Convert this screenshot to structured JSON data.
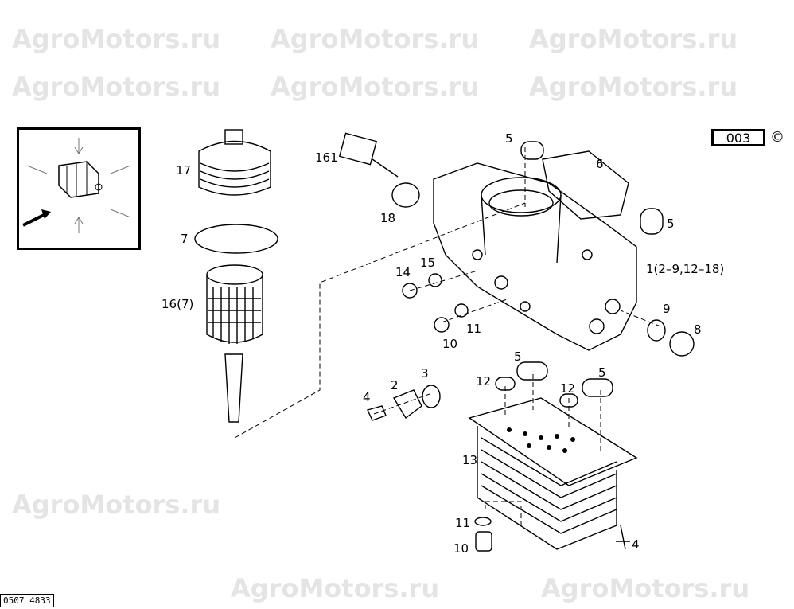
{
  "watermark": "AgroMotors.ru",
  "reference_box": "003",
  "copyright_symbol": "©",
  "drawing_code": "0507 4833",
  "callouts": {
    "c161": "161",
    "c17": "17",
    "c5a": "5",
    "c6": "6",
    "c5b": "5",
    "c18": "18",
    "c7": "7",
    "c1": "1(2–9,12–18)",
    "c14": "14",
    "c15": "15",
    "c16": "16(7)",
    "c9": "9",
    "c8": "8",
    "c11a": "11",
    "c10a": "10",
    "c5c": "5",
    "c5d": "5",
    "c12a": "12",
    "c12b": "12",
    "c3": "3",
    "c2": "2",
    "c4a": "4",
    "c13": "13",
    "c11b": "11",
    "c10b": "10",
    "c4b": "4"
  }
}
